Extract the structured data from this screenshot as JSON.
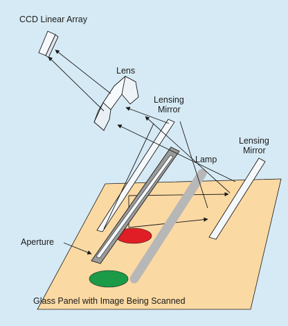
{
  "labels": {
    "ccd": "CCD Linear Array",
    "lens": "Lens",
    "lensing_mirror_1_line1": "Lensing",
    "lensing_mirror_1_line2": "Mirror",
    "lensing_mirror_2_line1": "Lensing",
    "lensing_mirror_2_line2": "Mirror",
    "lamp": "Lamp",
    "aperture": "Aperture",
    "caption": "Glass Panel with Image Being Scanned"
  },
  "colors": {
    "background": "#d6eaf5",
    "glass_panel": "#fbd9a3",
    "lamp": "#b7b7b7",
    "aperture_frame": "#9a9a9a",
    "red_spot": "#e01e26",
    "green_spot": "#1b9a48",
    "component_fill": "#f4f8fb",
    "stroke": "#1a1a1a"
  }
}
